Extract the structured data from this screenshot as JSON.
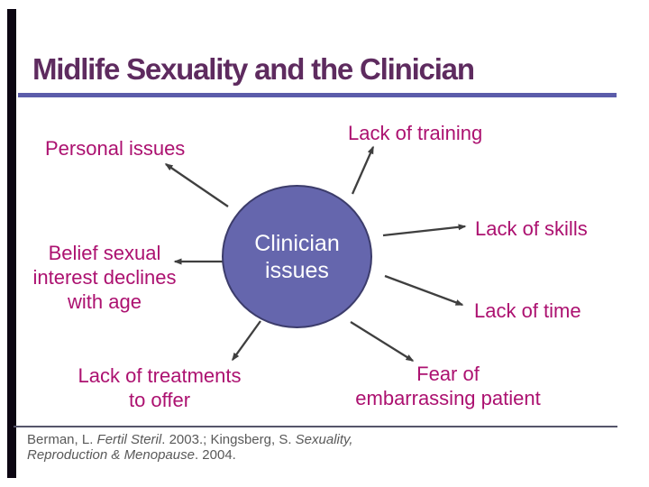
{
  "slide_title": "Midlife Sexuality and the Clinician",
  "diagram": {
    "hub": {
      "label": "Clinician\nissues"
    },
    "spokes": [
      {
        "id": "personal-issues",
        "text": "Personal issues"
      },
      {
        "id": "lack-of-training",
        "text": "Lack of training"
      },
      {
        "id": "lack-of-skills",
        "text": "Lack of skills"
      },
      {
        "id": "lack-of-time",
        "text": "Lack of time"
      },
      {
        "id": "belief-sexual-interest-declines-with-age",
        "text": "Belief sexual\ninterest declines\nwith age"
      },
      {
        "id": "lack-of-treatments-to-offer",
        "text": "Lack of treatments\nto offer"
      },
      {
        "id": "fear-of-embarrassing-patient",
        "text": "Fear of\nembarrassing patient"
      }
    ]
  },
  "citation": {
    "line1_parts": [
      "Berman, L. ",
      "Fertil Steril",
      ". 2003.; Kingsberg, S. ",
      "Sexuality,"
    ],
    "line2_parts": [
      "Reproduction & Menopause",
      ". 2004."
    ]
  },
  "colors": {
    "title_text": "#5e2b5f",
    "title_rule": "#5b5caa",
    "spoke_label": "#ac1170",
    "hub_fill": "#6566ad",
    "hub_border": "#3c3c6b",
    "hub_text": "#ffffff",
    "arrow": "#3f3f3f",
    "citation_text": "#595959",
    "left_accent_bar": "#0c0612"
  }
}
